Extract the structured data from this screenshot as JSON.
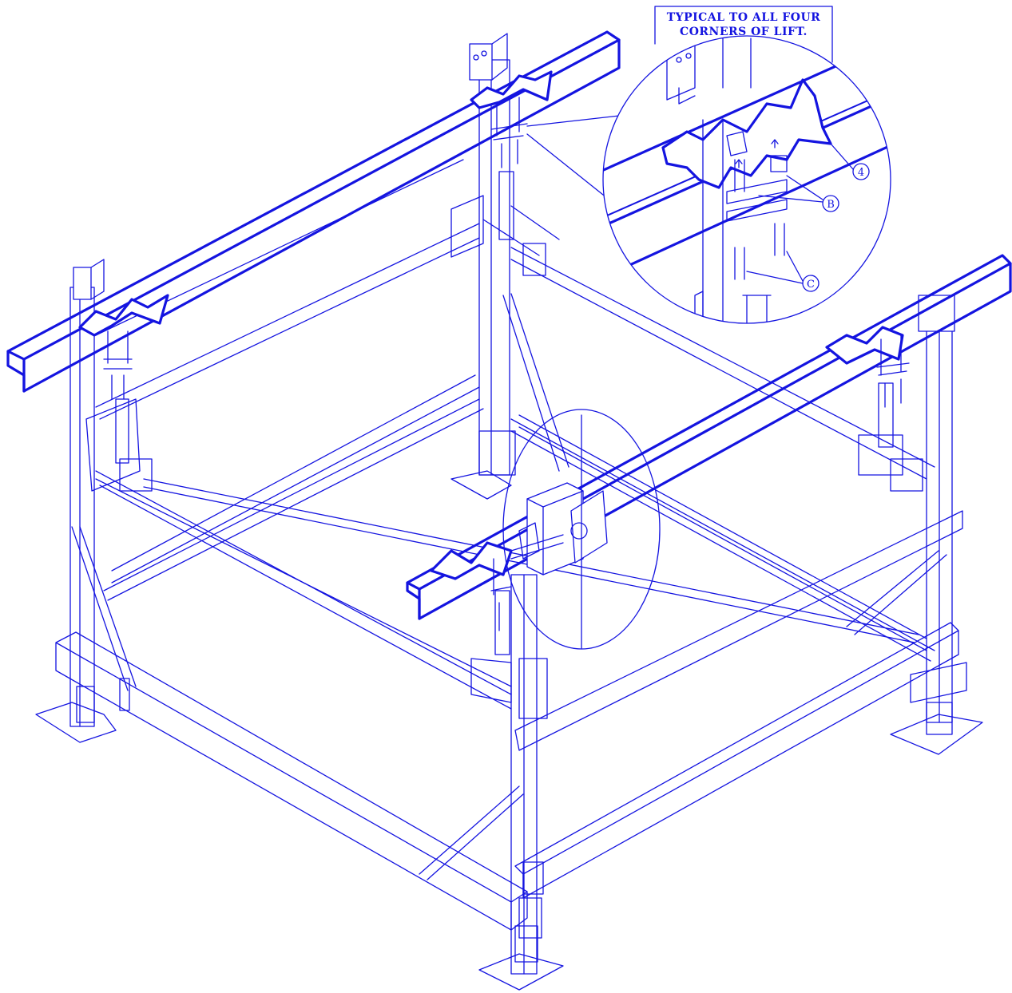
{
  "note": {
    "line1": "TYPICAL TO ALL FOUR",
    "line2": "CORNERS OF LIFT."
  },
  "callouts": {
    "c4": "4",
    "cB": "B",
    "cC": "C"
  },
  "colors": {
    "line": "#1414e0",
    "background": "#ffffff"
  }
}
